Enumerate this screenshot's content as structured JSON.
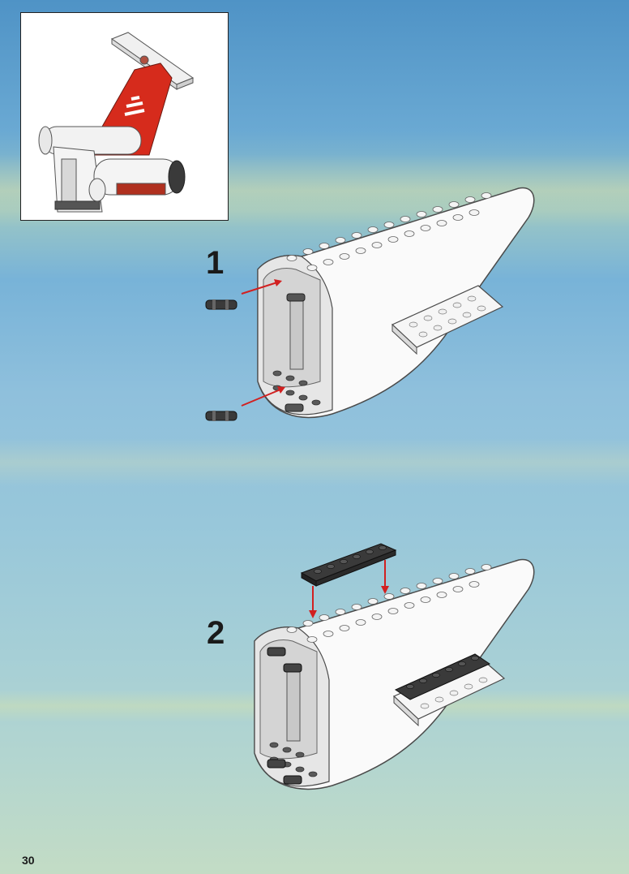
{
  "page": {
    "number": "30"
  },
  "steps": [
    {
      "number": "1"
    },
    {
      "number": "2"
    }
  ],
  "colors": {
    "tail_red": "#d62b1c",
    "arrow_red": "#d22020",
    "brick_white": "#f4f4f4",
    "brick_dark": "#3a3a3a",
    "sky_blue": "#6aa9d3"
  }
}
